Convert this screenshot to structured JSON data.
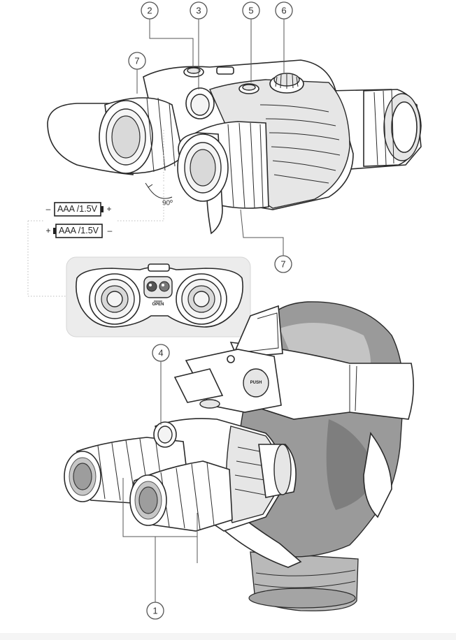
{
  "diagram": {
    "callouts": {
      "c1": "1",
      "c2": "2",
      "c3": "3",
      "c4": "4",
      "c5": "5",
      "c6": "6",
      "c7_top": "7",
      "c7_bottom": "7"
    },
    "rotation_label": "90º",
    "batteries": [
      {
        "label": "AAA /1.5V",
        "left_sign": "–",
        "right_sign": "+"
      },
      {
        "label": "AAA /1.5V",
        "left_sign": "+",
        "right_sign": "–"
      }
    ],
    "device_markings": {
      "battery_cover": "OPEN",
      "push_button": "PUSH"
    }
  }
}
